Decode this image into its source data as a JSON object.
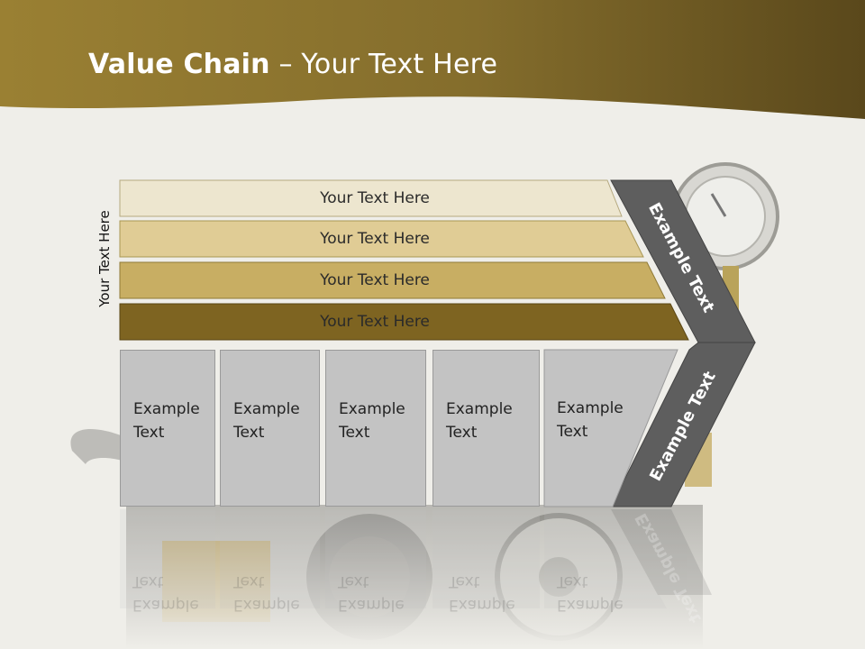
{
  "title": {
    "bold": "Value Chain",
    "rest": " – Your Text Here"
  },
  "side_label": "Your Text Here",
  "bars": [
    {
      "label": "Your Text Here",
      "color": "#ede6cf"
    },
    {
      "label": "Your Text Here",
      "color": "#e0cc95"
    },
    {
      "label": "Your Text Here",
      "color": "#c8ae63"
    },
    {
      "label": "Your Text Here",
      "color": "#7e6421"
    }
  ],
  "activities": [
    {
      "line1": "Example",
      "line2": "Text"
    },
    {
      "line1": "Example",
      "line2": "Text"
    },
    {
      "line1": "Example",
      "line2": "Text"
    },
    {
      "line1": "Example",
      "line2": "Text"
    },
    {
      "line1": "Example",
      "line2": "Text"
    }
  ],
  "chevron_labels": {
    "upper": "Example Text",
    "lower": "Example Text"
  },
  "colors": {
    "header_gold": "#8d7430",
    "header_dark": "#5e4c1d",
    "background": "#efeee9",
    "activity_box": "#c3c3c3",
    "chevron": "#5e5e5e"
  }
}
